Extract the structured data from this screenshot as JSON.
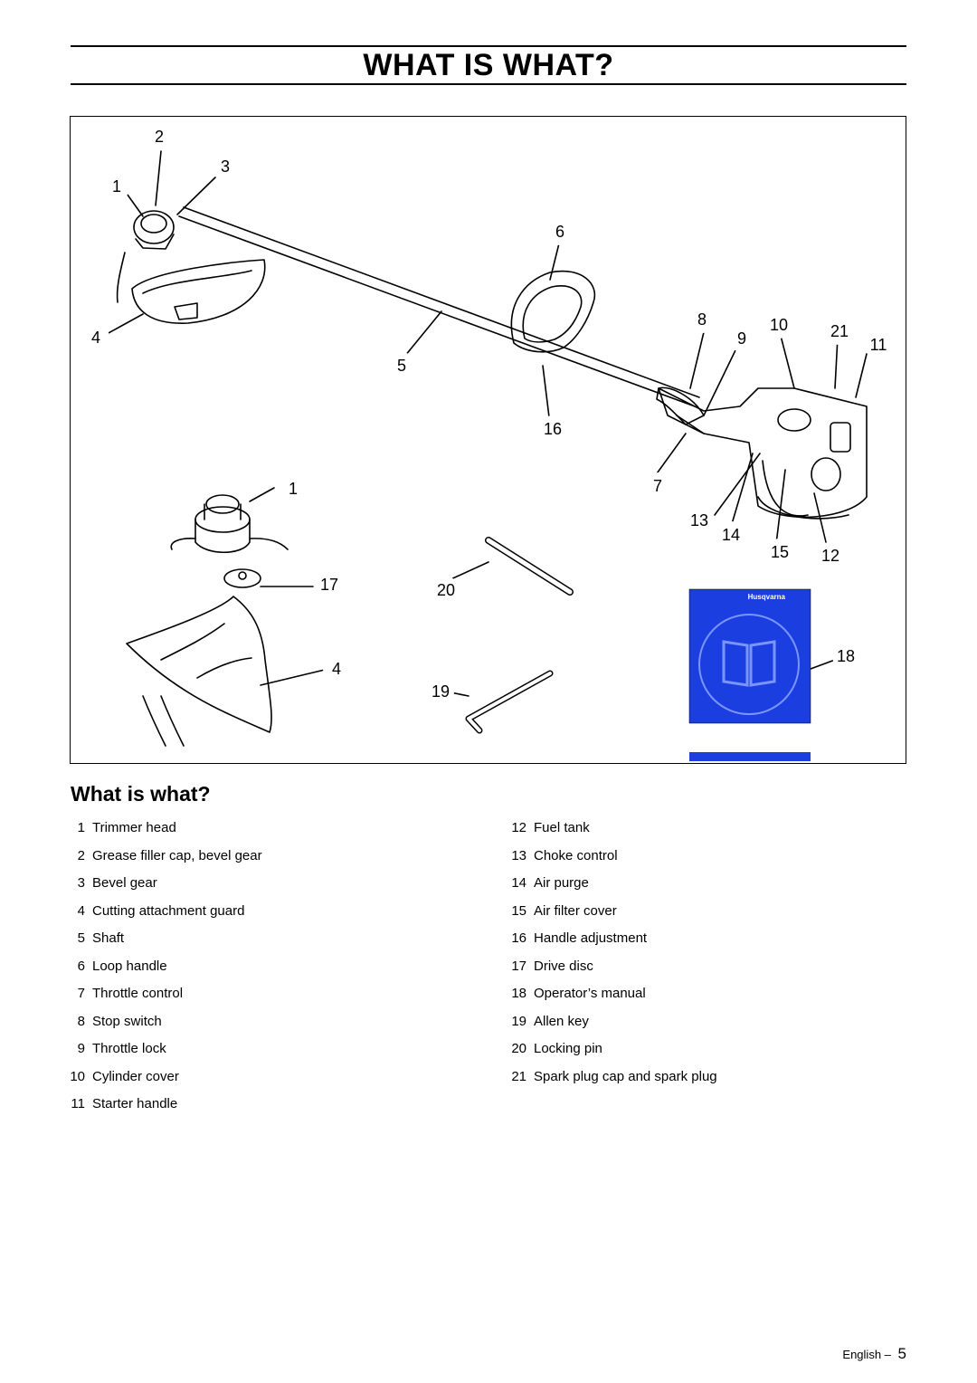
{
  "header": {
    "title": "WHAT IS WHAT?"
  },
  "figure": {
    "callouts": [
      "2",
      "3",
      "1",
      "6",
      "4",
      "8",
      "10",
      "21",
      "9",
      "11",
      "5",
      "16",
      "1",
      "7",
      "13",
      "14",
      "15",
      "12",
      "17",
      "20",
      "4",
      "18",
      "19"
    ],
    "manual_brand": "Husqvarna",
    "manual_cover_color": "#1a3ee0"
  },
  "section": {
    "heading": "What is what?"
  },
  "parts_left": [
    {
      "num": "1",
      "label": "Trimmer head"
    },
    {
      "num": "2",
      "label": "Grease filler cap, bevel gear"
    },
    {
      "num": "3",
      "label": "Bevel gear"
    },
    {
      "num": "4",
      "label": "Cutting attachment guard"
    },
    {
      "num": "5",
      "label": "Shaft"
    },
    {
      "num": "6",
      "label": "Loop handle"
    },
    {
      "num": "7",
      "label": "Throttle control"
    },
    {
      "num": "8",
      "label": "Stop switch"
    },
    {
      "num": "9",
      "label": "Throttle lock"
    },
    {
      "num": "10",
      "label": "Cylinder cover"
    },
    {
      "num": "11",
      "label": "Starter handle"
    }
  ],
  "parts_right": [
    {
      "num": "12",
      "label": "Fuel tank"
    },
    {
      "num": "13",
      "label": "Choke control"
    },
    {
      "num": "14",
      "label": "Air purge"
    },
    {
      "num": "15",
      "label": "Air filter cover"
    },
    {
      "num": "16",
      "label": "Handle adjustment"
    },
    {
      "num": "17",
      "label": "Drive disc"
    },
    {
      "num": "18",
      "label": "Operator’s manual"
    },
    {
      "num": "19",
      "label": "Allen key"
    },
    {
      "num": "20",
      "label": "Locking pin"
    },
    {
      "num": "21",
      "label": "Spark plug cap and spark plug"
    }
  ],
  "footer": {
    "language": "English",
    "separator": "–",
    "page": "5"
  }
}
